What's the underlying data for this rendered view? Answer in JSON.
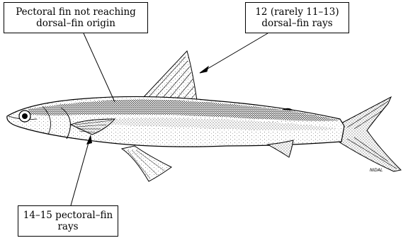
{
  "labels": {
    "pectoral_reach": {
      "line1": "Pectoral fin not reaching",
      "line2": "dorsal–fin origin"
    },
    "dorsal_rays": {
      "line1": "12 (rarely 11–13)",
      "line2": "dorsal–fin rays"
    },
    "pectoral_rays": {
      "line1": "14–15 pectoral–fin",
      "line2": "rays"
    }
  },
  "signature": "NIDAL",
  "colors": {
    "ink": "#000000",
    "paper": "#ffffff"
  }
}
